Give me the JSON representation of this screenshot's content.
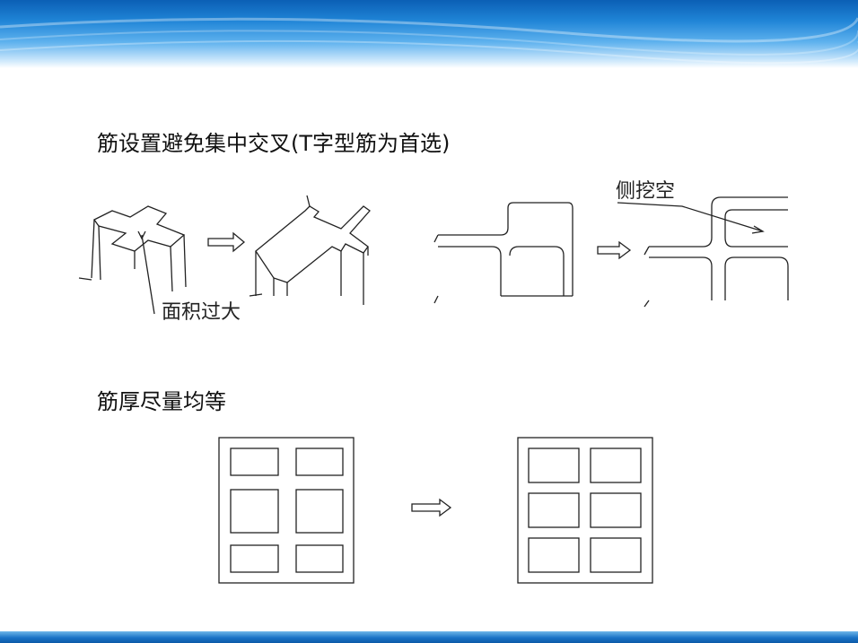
{
  "slide": {
    "heading_1": "筋设置避免集中交叉(T字型筋为首选)",
    "heading_2": "筋厚尽量均等",
    "annotation_area": "面积过大",
    "annotation_side": "侧挖空"
  },
  "colors": {
    "banner_dark": "#0b5fb5",
    "banner_light": "#5fb2ee",
    "line": "#222222"
  },
  "icons": [
    "right-arrow-icon"
  ]
}
